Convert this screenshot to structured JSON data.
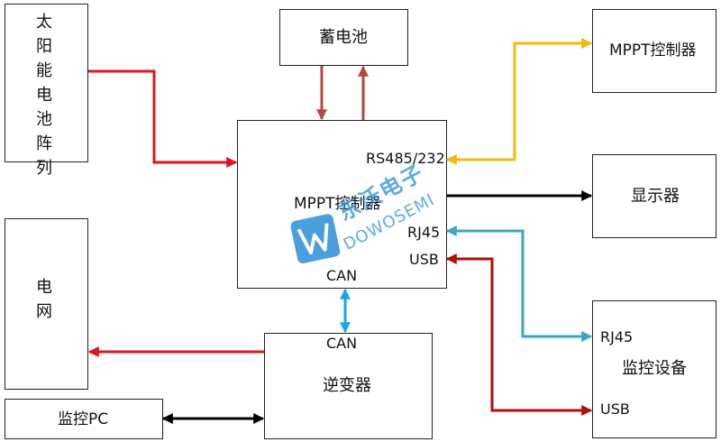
{
  "boxes": {
    "solar_array": "太阳能电池阵列",
    "battery": "蓄电池",
    "mppt_main": "MPPT控制器",
    "mppt_ext": "MPPT控制器",
    "display": "显示器",
    "grid": "电网",
    "inverter": "逆变器",
    "monitor_pc": "监控PC",
    "monitor_device": "监控设备"
  },
  "ports": {
    "rs485": "RS485/232",
    "rj45_main": "RJ45",
    "usb_main": "USB",
    "can_main": "CAN",
    "can_inverter": "CAN",
    "rj45_device": "RJ45",
    "usb_device": "USB"
  },
  "watermark": {
    "cn": "东沃电子",
    "en": "DOWOSEMI"
  },
  "colors": {
    "red": "#e0141e",
    "brown": "#b5473a",
    "yellow": "#f5b90a",
    "teal": "#3aa6c2",
    "darkred": "#b00d0d",
    "cyan": "#12a9e6",
    "black": "#000000"
  }
}
